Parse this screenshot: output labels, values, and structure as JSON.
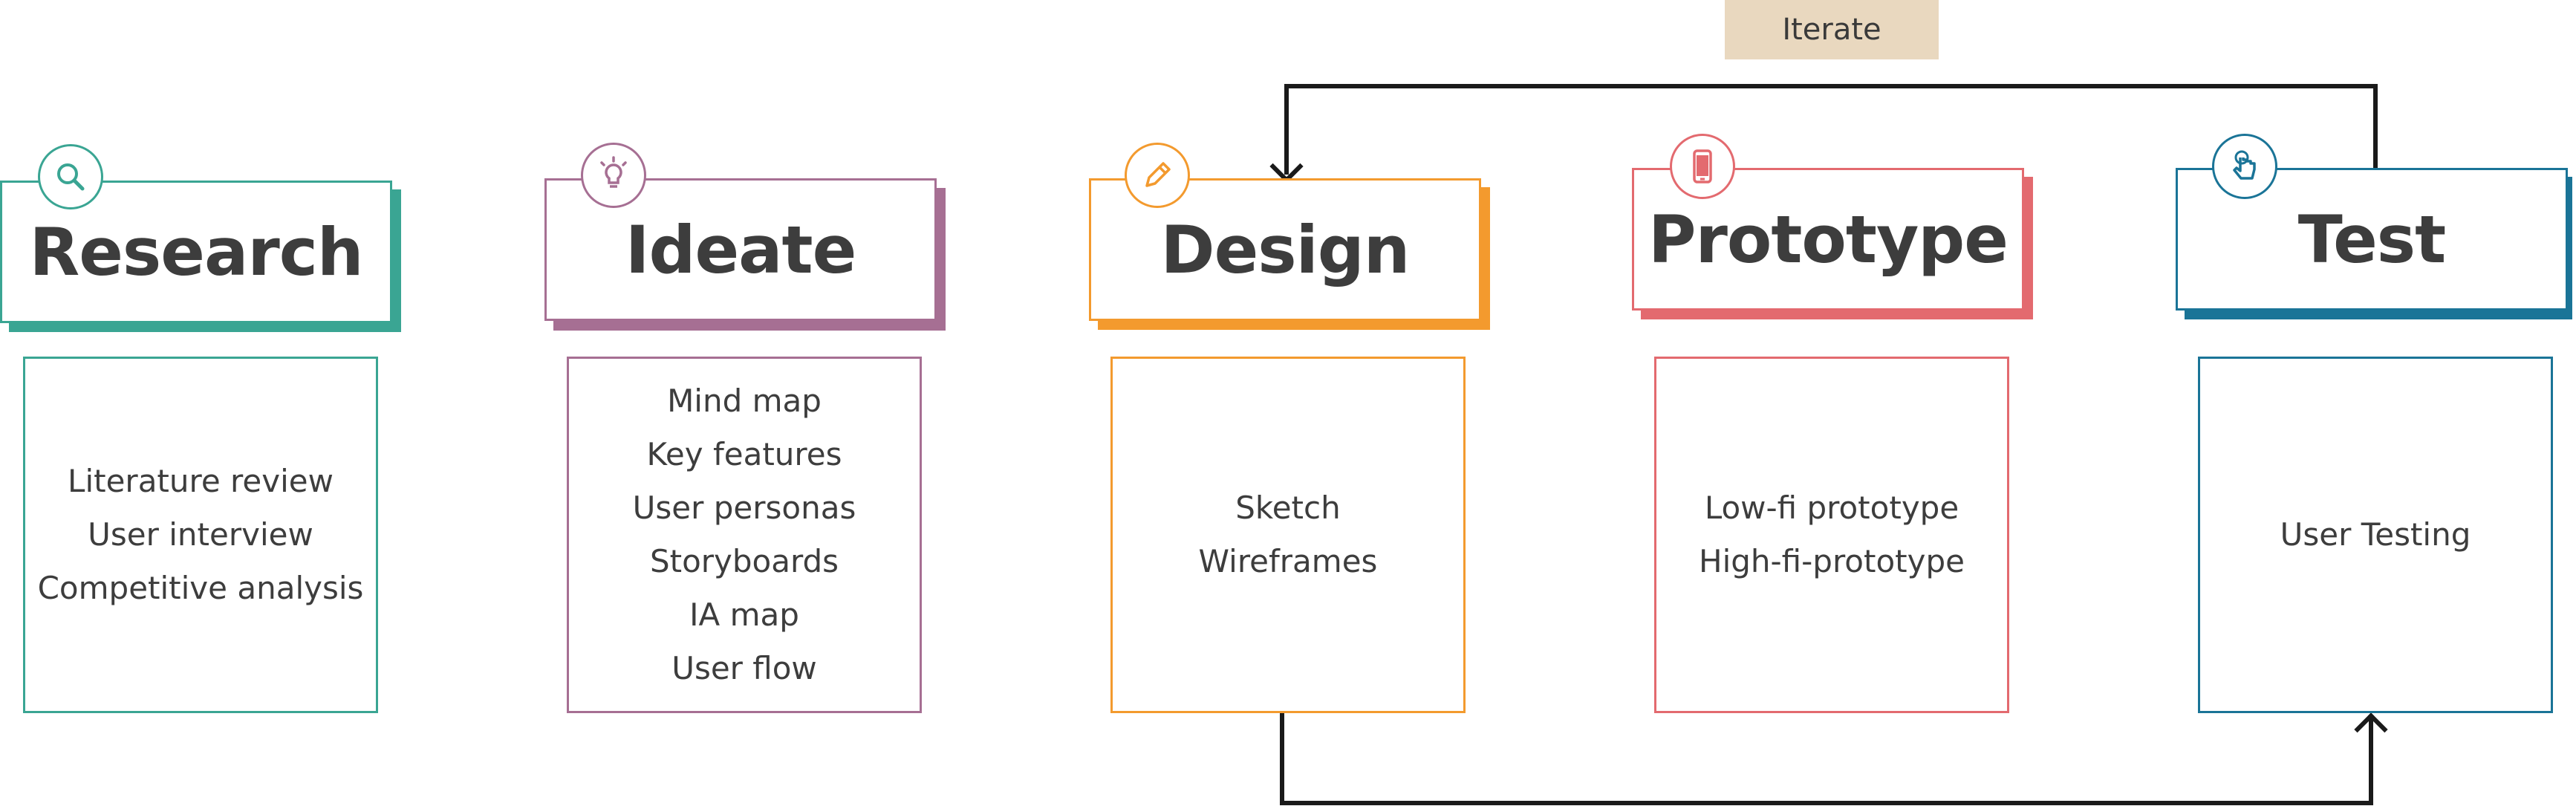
{
  "iterate_label": "Iterate",
  "stages": [
    {
      "title": "Research",
      "icon": "magnifier-icon",
      "color": "#3aa593",
      "items": [
        "Literature review",
        "User interview",
        "Competitive analysis"
      ]
    },
    {
      "title": "Ideate",
      "icon": "lightbulb-icon",
      "color": "#a66f93",
      "items": [
        "Mind map",
        "Key features",
        "User personas",
        "Storyboards",
        "IA map",
        "User flow"
      ]
    },
    {
      "title": "Design",
      "icon": "pencil-icon",
      "color": "#f39a2e",
      "items": [
        "Sketch",
        "Wireframes"
      ]
    },
    {
      "title": "Prototype",
      "icon": "mobile-phone-icon",
      "color": "#e36a6f",
      "items": [
        "Low-fi prototype",
        "High-fi-prototype"
      ]
    },
    {
      "title": "Test",
      "icon": "tap-hand-icon",
      "color": "#1a7497",
      "items": [
        "User Testing"
      ]
    }
  ]
}
